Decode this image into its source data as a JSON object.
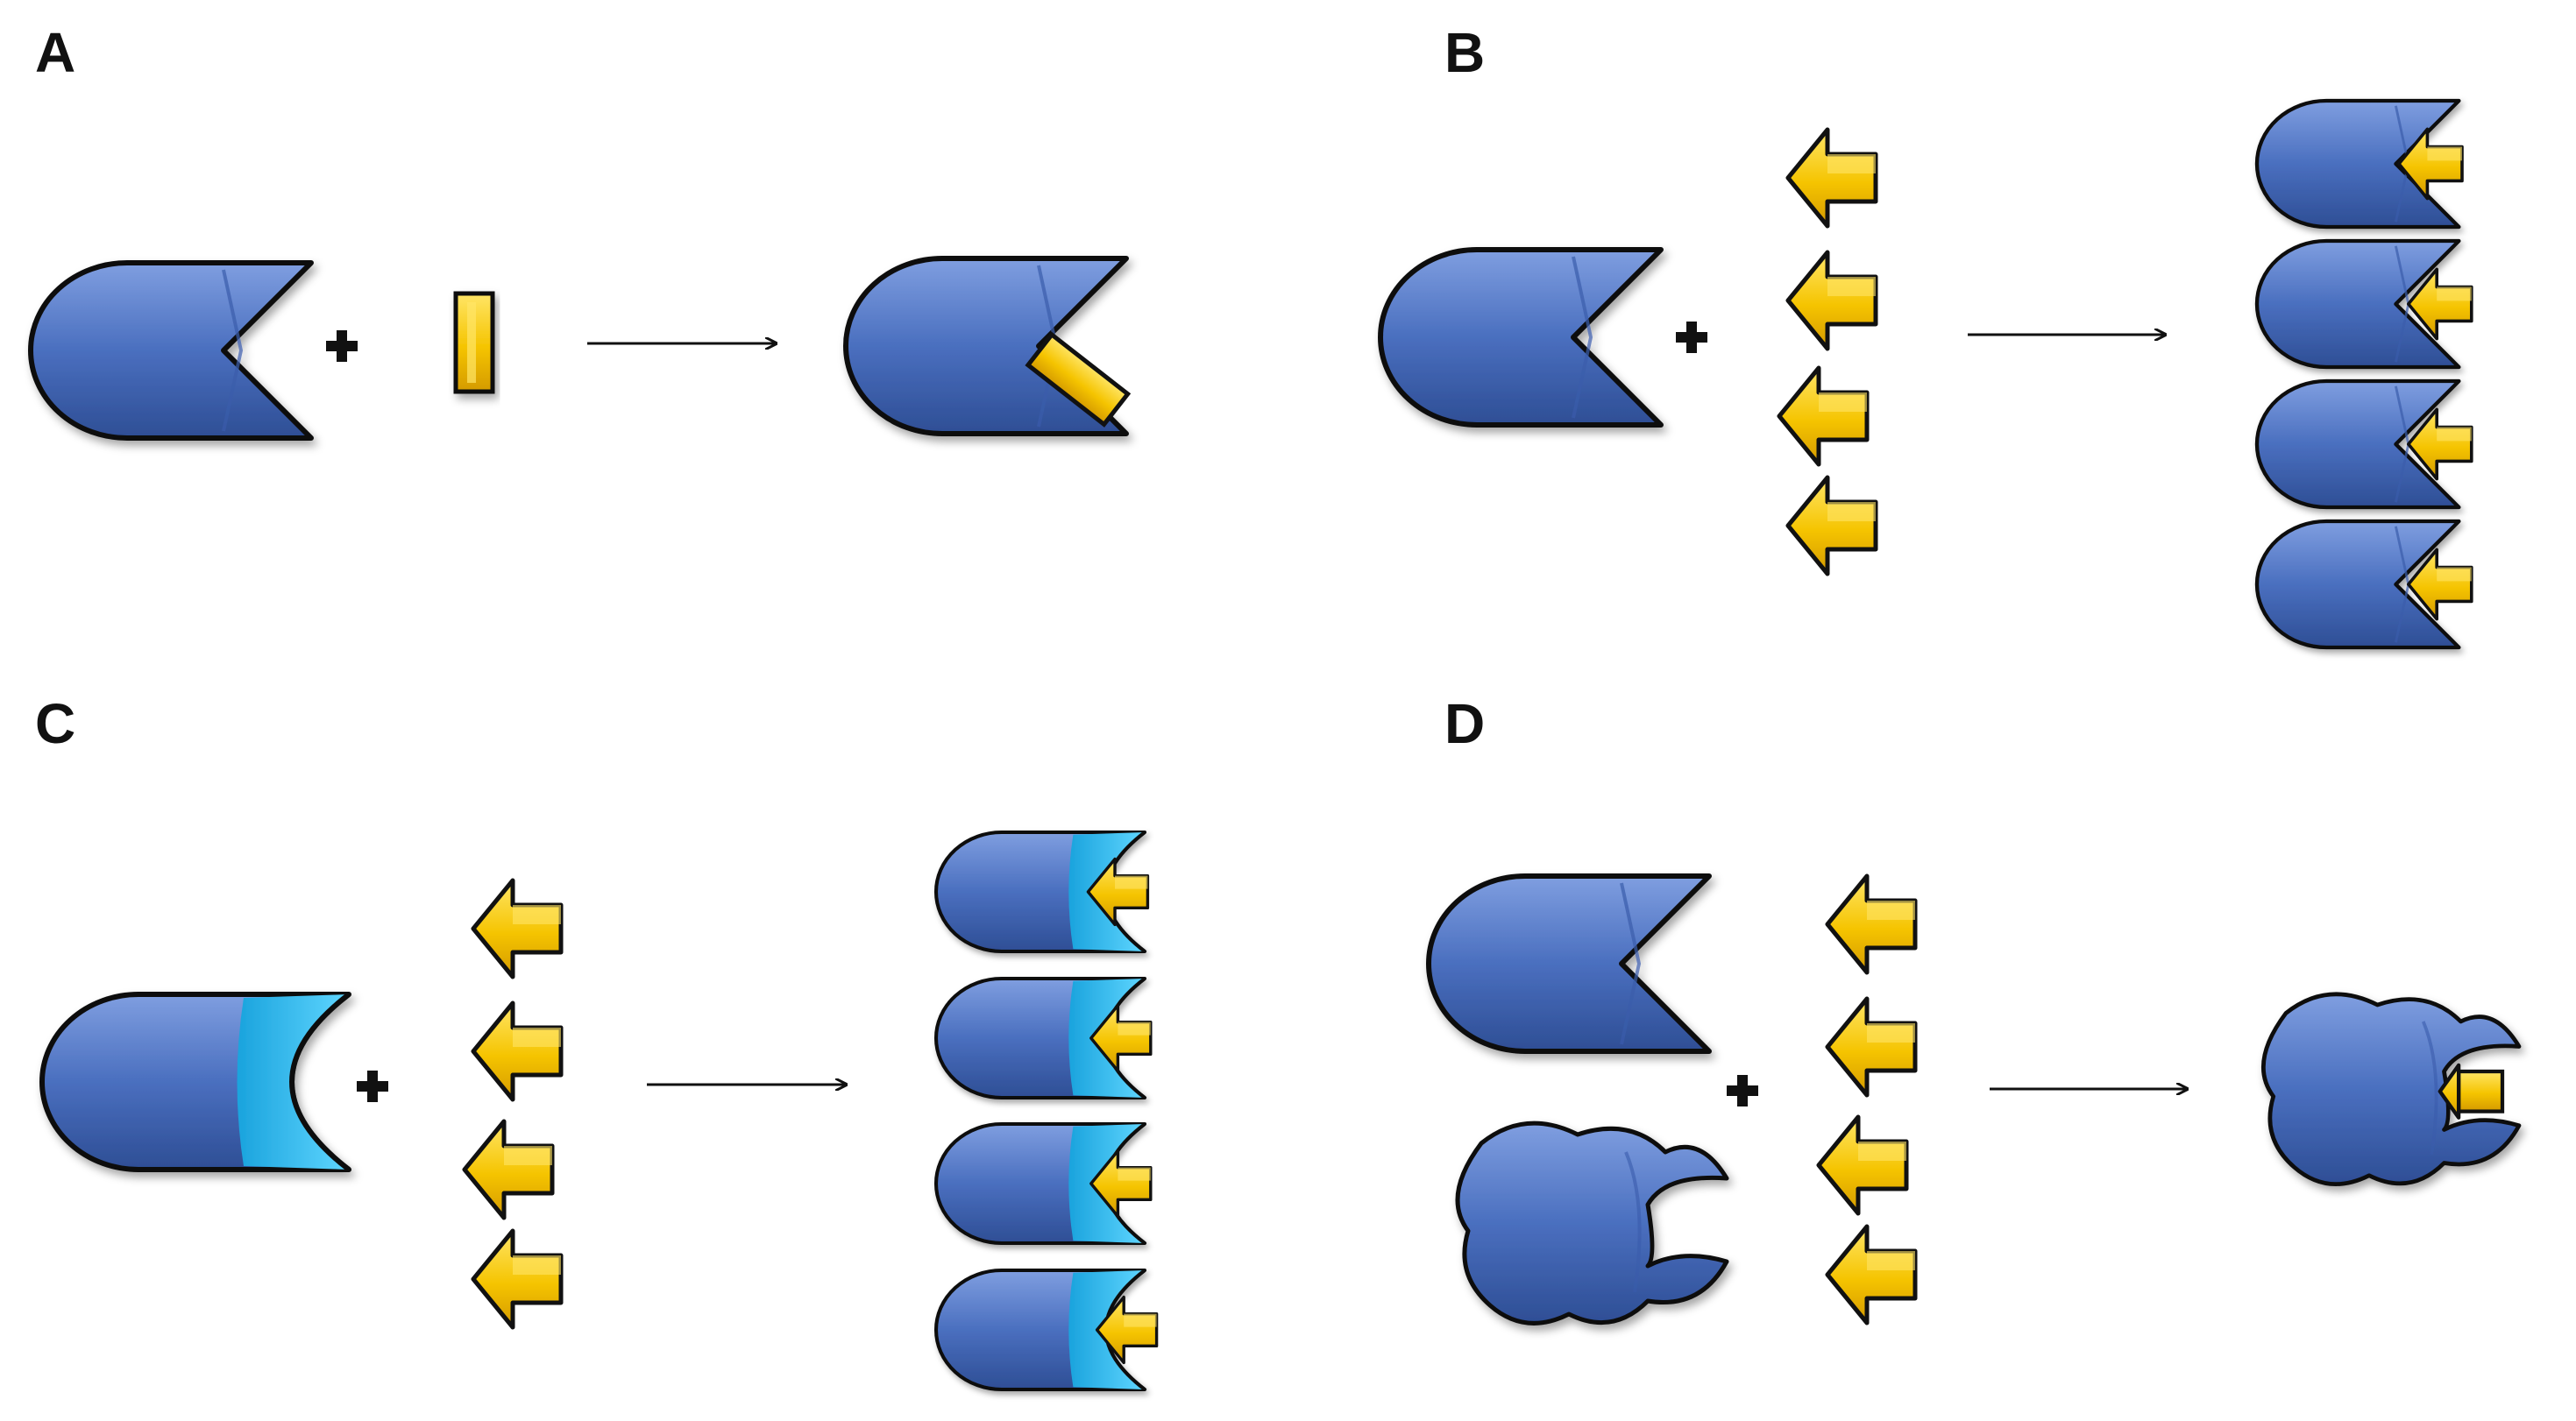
{
  "panels": [
    {
      "id": "A",
      "label": "A"
    },
    {
      "id": "B",
      "label": "B"
    },
    {
      "id": "C",
      "label": "C"
    },
    {
      "id": "D",
      "label": "D"
    }
  ],
  "colors": {
    "receptor_body": "#4a6fbf",
    "receptor_shadow": "#2e4e95",
    "receptor_highlight": "#7f9ee0",
    "adaptive_pocket": "#25b8ee",
    "ligand": "#f5c400",
    "ligand_dark": "#d49a00",
    "ligand_light": "#ffe566",
    "outline": "#111111",
    "arrow": "#111111"
  },
  "icons": {
    "plus": "plus-icon",
    "reaction_arrow": "reaction-arrow-icon"
  }
}
